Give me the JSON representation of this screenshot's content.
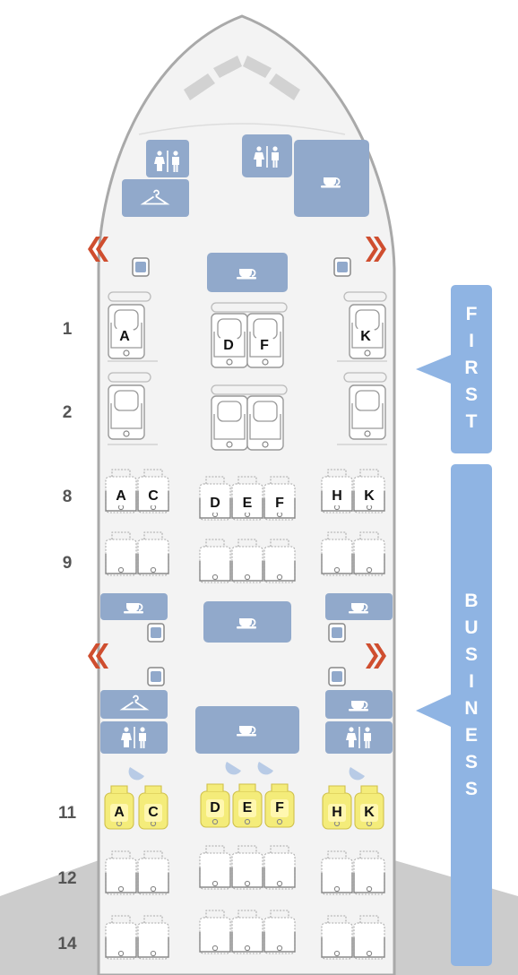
{
  "colors": {
    "fuselage_fill": "#f3f3f3",
    "fuselage_stroke": "#a9a9a9",
    "amenity_blue": "#91a9cb",
    "cabin_blue": "#8fb4e3",
    "exit_red": "#cf4e2f",
    "seat_outline": "#999999",
    "seat_outline_light": "#bbbbbb",
    "extra_legroom_seat": "#f4ec7a",
    "bassinet": "#b8cbe6",
    "wing": "#cccccc"
  },
  "cabins": [
    {
      "name": "first",
      "letters": [
        "F",
        "I",
        "R",
        "S",
        "T"
      ]
    },
    {
      "name": "business",
      "letters": [
        "B",
        "U",
        "S",
        "I",
        "N",
        "E",
        "S",
        "S"
      ]
    }
  ],
  "rows": [
    {
      "number": "1",
      "letters": [
        "A",
        "D",
        "F",
        "K"
      ]
    },
    {
      "number": "2",
      "letters": []
    },
    {
      "number": "8",
      "letters": [
        "A",
        "C",
        "D",
        "E",
        "F",
        "H",
        "K"
      ]
    },
    {
      "number": "9",
      "letters": []
    },
    {
      "number": "11",
      "letters": [
        "A",
        "C",
        "D",
        "E",
        "F",
        "H",
        "K"
      ]
    },
    {
      "number": "12",
      "letters": []
    },
    {
      "number": "14",
      "letters": []
    }
  ],
  "icons": {
    "lavatory": "lavatory-icon",
    "galley": "galley-cup-icon",
    "closet": "closet-hanger-icon",
    "exit": "exit-chevron-icon",
    "bassinet": "bassinet-icon",
    "window": "window-icon"
  }
}
